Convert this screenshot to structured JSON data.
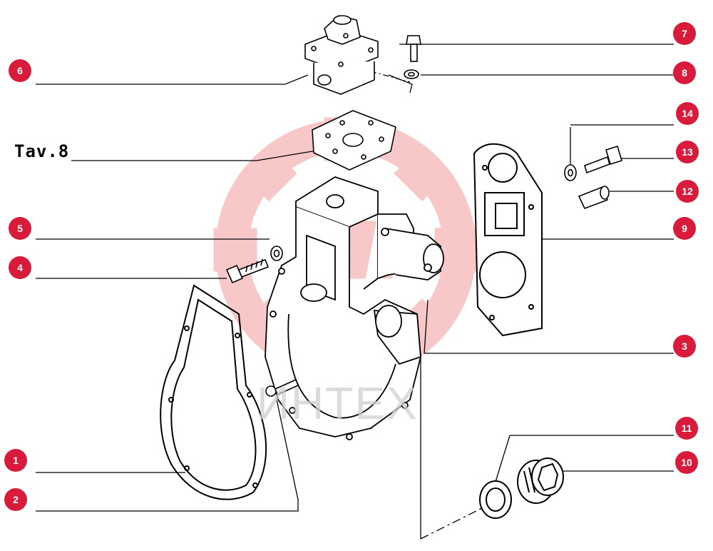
{
  "drawing_label": "Tav.8",
  "watermark_text": "ИНТЕХ",
  "callout_color": "#d81b3b",
  "watermark_color": "#f8c3c3",
  "callouts": [
    "1",
    "2",
    "3",
    "4",
    "5",
    "6",
    "7",
    "8",
    "9",
    "10",
    "11",
    "12",
    "13",
    "14"
  ]
}
